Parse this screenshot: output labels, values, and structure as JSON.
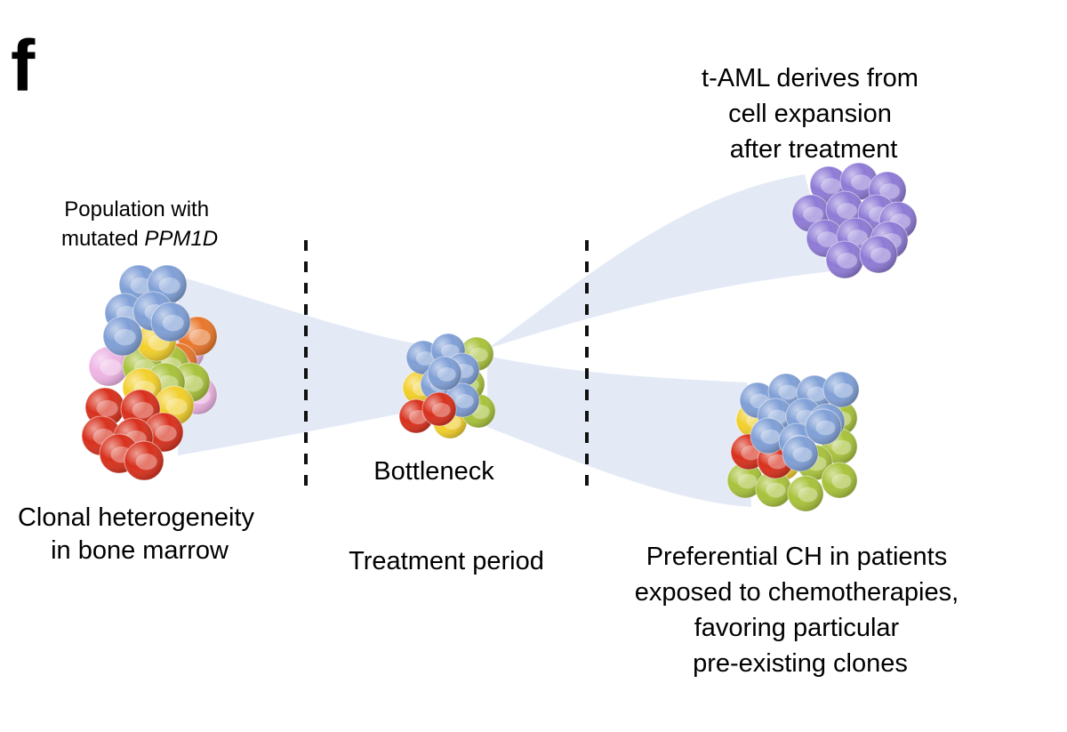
{
  "panel_letter": "f",
  "labels": {
    "population_line1": "Population with",
    "population_line2_prefix": "mutated ",
    "population_gene": "PPM1D",
    "clonal_line1": "Clonal heterogeneity",
    "clonal_line2": "in bone marrow",
    "bottleneck": "Bottleneck",
    "treatment_period": "Treatment period",
    "taml_line1": "t-AML derives from",
    "taml_line2": "cell expansion",
    "taml_line3": "after treatment",
    "ch_line1": "Preferential CH in patients",
    "ch_line2": "exposed to chemotherapies,",
    "ch_line3": "favoring particular",
    "ch_line4": "pre-existing clones"
  },
  "colors": {
    "blue": "#7f9fd6",
    "purple": "#8e7ad6",
    "red": "#d8301c",
    "yellow": "#f2cf2a",
    "green": "#a8c23a",
    "orange": "#e8762a",
    "pink": "#eeb4e4",
    "funnel": "#e3eaf6"
  }
}
